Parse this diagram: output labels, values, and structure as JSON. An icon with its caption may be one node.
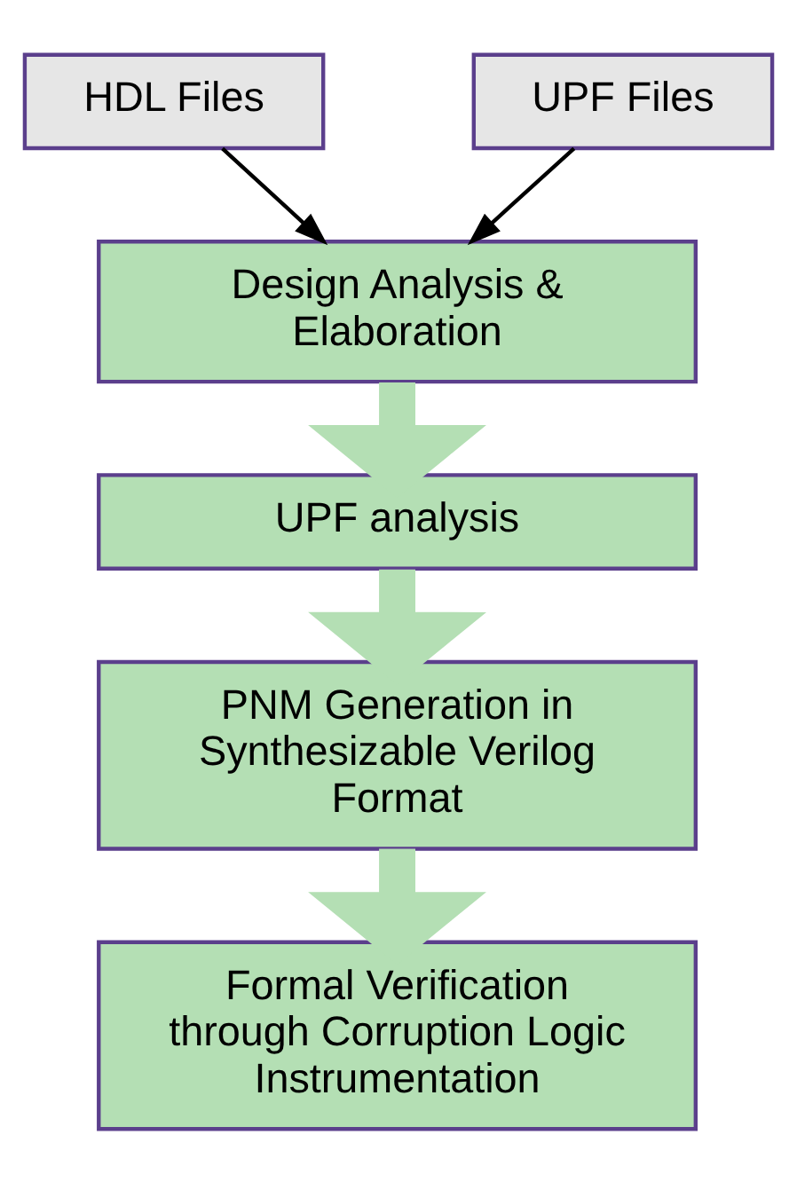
{
  "diagram": {
    "nodes": [
      {
        "text": [
          "HDL Files"
        ]
      },
      {
        "text": [
          "UPF Files"
        ]
      },
      {
        "text": [
          "Design Analysis & Elaboration"
        ]
      },
      {
        "text": [
          "UPF analysis"
        ]
      },
      {
        "text": [
          "PNM Generation in Synthesizable Verilog Format"
        ]
      },
      {
        "text": [
          "Formal Verification through Corruption Logic Instrumentation"
        ]
      }
    ],
    "edges": [
      {
        "from": 0,
        "to": 2,
        "arrow": "to",
        "color": "#000000"
      },
      {
        "from": 1,
        "to": 2,
        "arrow": "to",
        "color": "#000000"
      },
      {
        "from": 2,
        "to": 3,
        "arrow": "to"
      },
      {
        "from": 3,
        "to": 4,
        "arrow": "to"
      },
      {
        "from": 4,
        "to": 5,
        "arrow": "to"
      }
    ]
  }
}
